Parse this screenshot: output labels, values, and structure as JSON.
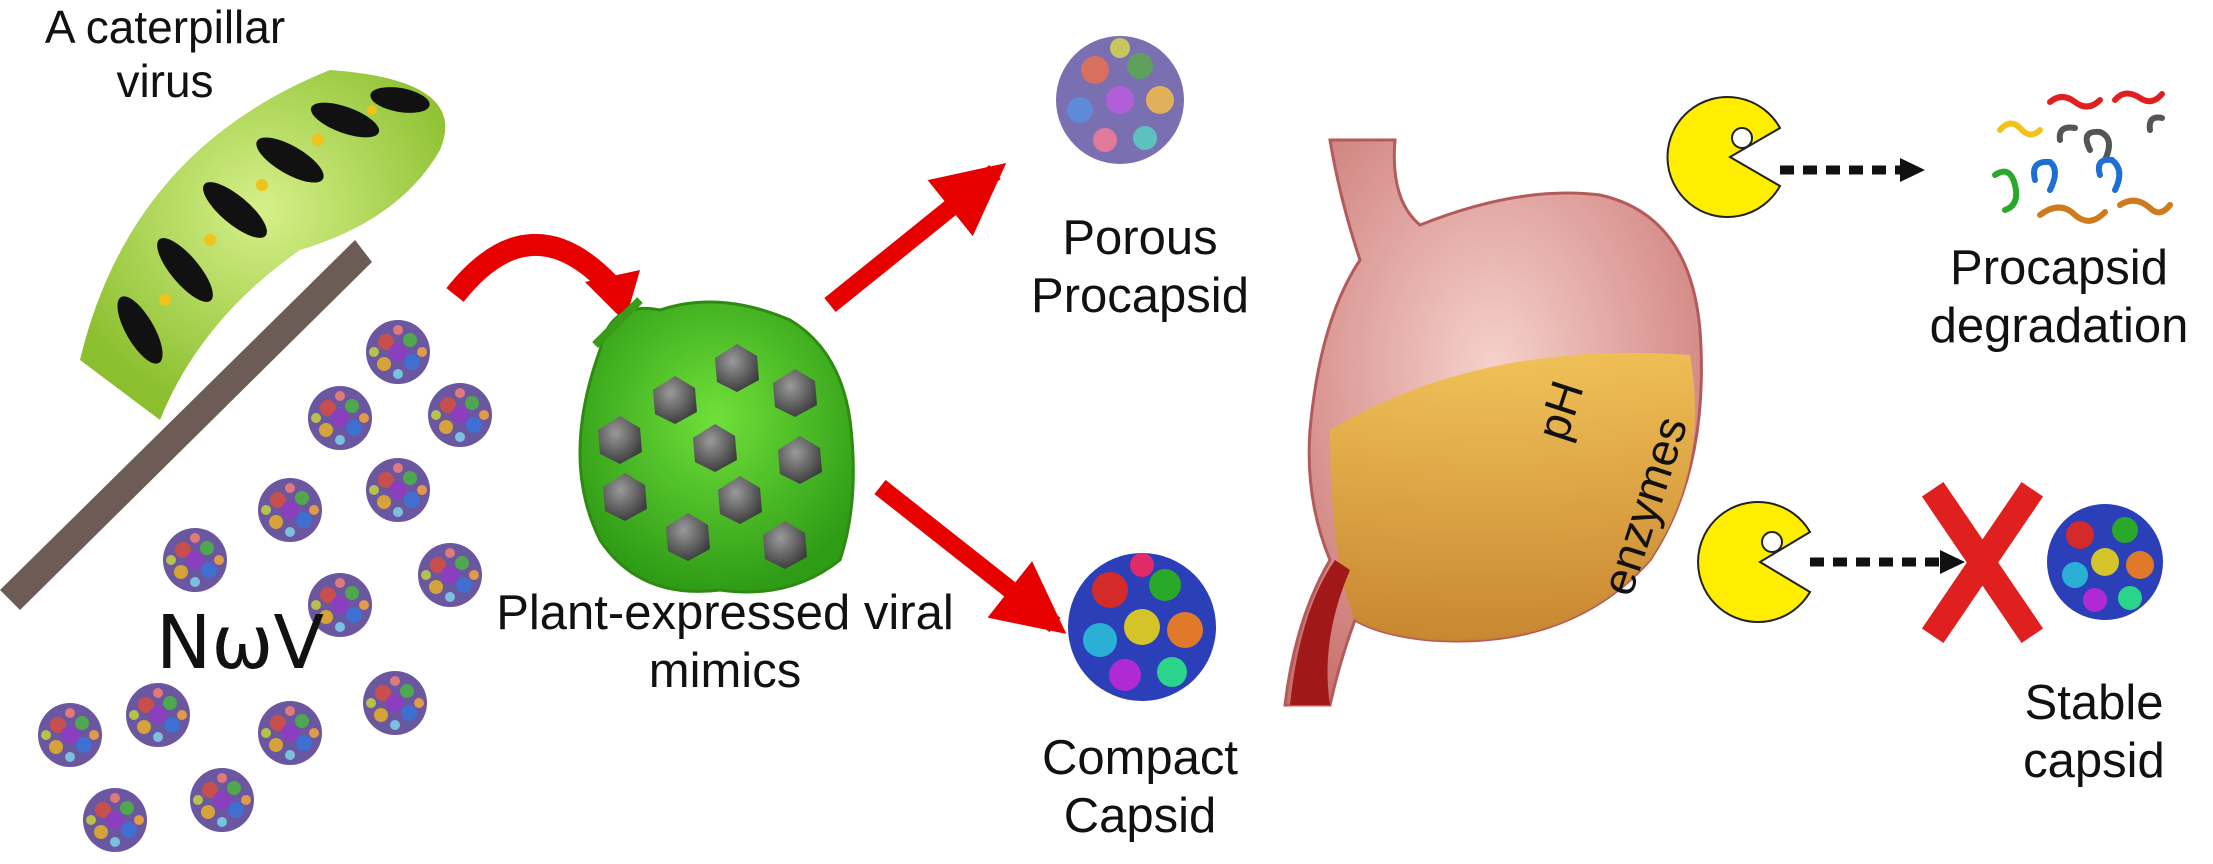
{
  "labels": {
    "caterpillar": "A caterpillar virus",
    "nwv": "NωV",
    "plant": "Plant-expressed viral mimics",
    "porous": "Porous Procapsid",
    "compact": "Compact Capsid",
    "ph": "pH",
    "enzymes": "enzymes",
    "degradation": "Procapsid degradation",
    "stable": "Stable capsid"
  },
  "colors": {
    "arrow_red": "#e60000",
    "pacman_yellow": "#ffee00",
    "leaf_green": "#46c41e",
    "cross_red": "#e0201e",
    "stomach_pink": "#e7a6a6",
    "gastric_fluid": "#e0a43a"
  }
}
